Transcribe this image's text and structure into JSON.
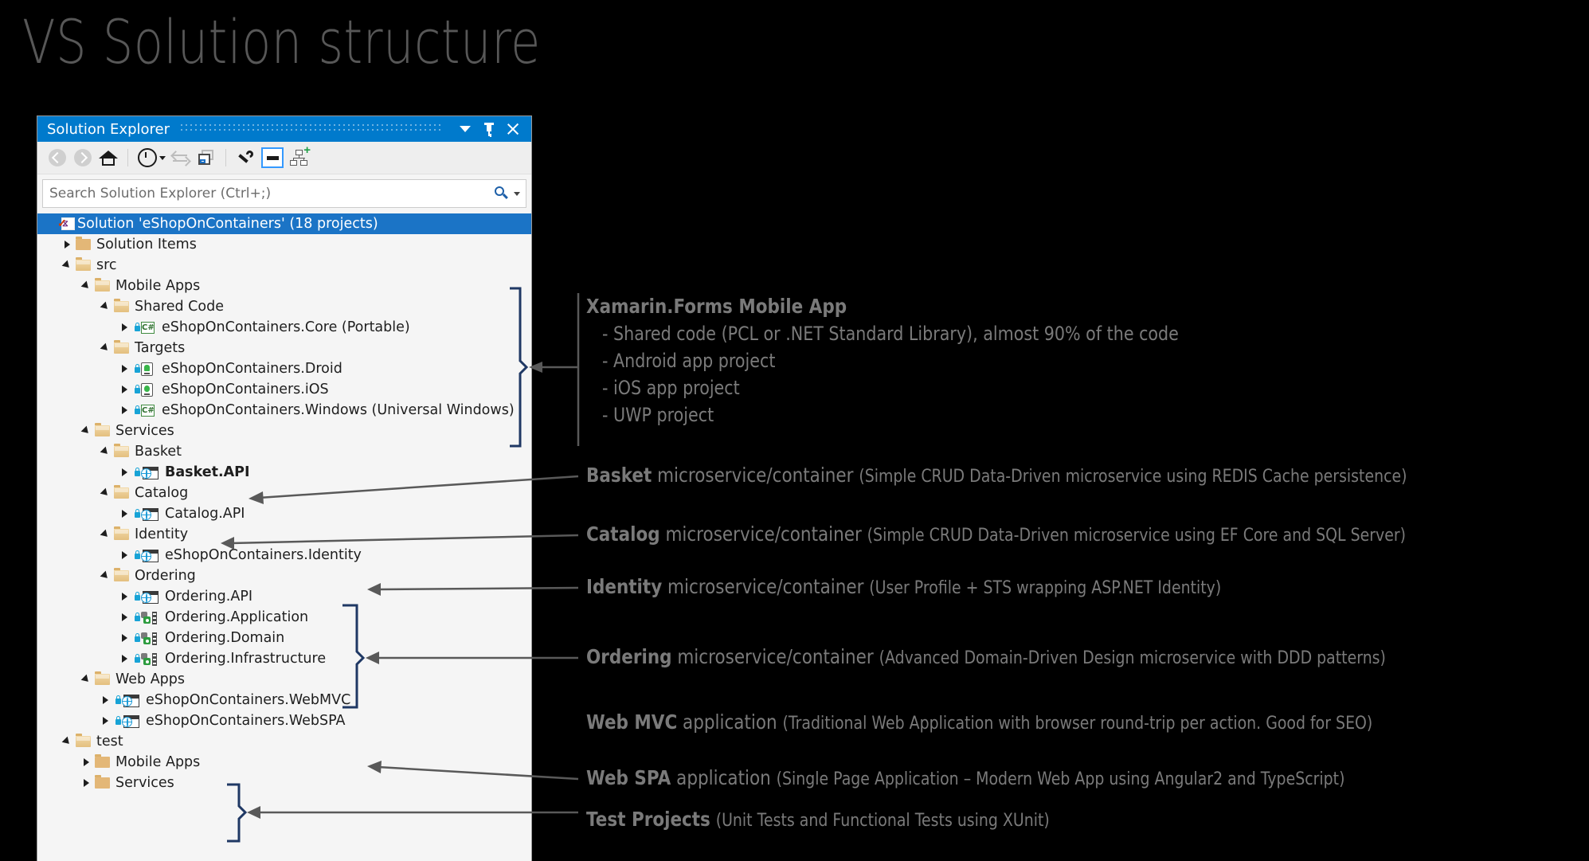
{
  "slide": {
    "title": "VS Solution structure"
  },
  "window": {
    "title": "Solution Explorer",
    "buttons": {
      "dropdown": "▼",
      "pin": "pin",
      "close": "✕"
    },
    "toolbar": {
      "back": "back-arrow",
      "forward": "forward-arrow",
      "home": "home",
      "pending_changes": "pending-changes",
      "sync": "sync-with-active-document",
      "cascade": "show-all-files",
      "properties": "properties",
      "preview": "preview-selected-items",
      "hierarchy": "view-class-diagram"
    },
    "search": {
      "placeholder": "Search Solution Explorer (Ctrl+;)"
    }
  },
  "tree": [
    {
      "label": "Solution 'eShopOnContainers' (18 projects)",
      "depth": 0,
      "icon": "solution",
      "expander": "none",
      "selected": true,
      "bold": false
    },
    {
      "label": "Solution Items",
      "depth": 1,
      "icon": "folder-closed",
      "expander": "closed",
      "selected": false,
      "bold": false
    },
    {
      "label": "src",
      "depth": 1,
      "icon": "folder-open",
      "expander": "open",
      "selected": false,
      "bold": false
    },
    {
      "label": "Mobile Apps",
      "depth": 2,
      "icon": "folder-open",
      "expander": "open",
      "selected": false,
      "bold": false
    },
    {
      "label": "Shared Code",
      "depth": 3,
      "icon": "folder-open",
      "expander": "open",
      "selected": false,
      "bold": false
    },
    {
      "label": "eShopOnContainers.Core (Portable)",
      "depth": 4,
      "icon": "csharp-project",
      "expander": "closed",
      "selected": false,
      "bold": false
    },
    {
      "label": "Targets",
      "depth": 3,
      "icon": "folder-open",
      "expander": "open",
      "selected": false,
      "bold": false
    },
    {
      "label": "eShopOnContainers.Droid",
      "depth": 4,
      "icon": "android-project",
      "expander": "closed",
      "selected": false,
      "bold": false
    },
    {
      "label": "eShopOnContainers.iOS",
      "depth": 4,
      "icon": "ios-project",
      "expander": "closed",
      "selected": false,
      "bold": false
    },
    {
      "label": "eShopOnContainers.Windows (Universal Windows)",
      "depth": 4,
      "icon": "csharp-project",
      "expander": "closed",
      "selected": false,
      "bold": false
    },
    {
      "label": "Services",
      "depth": 2,
      "icon": "folder-open",
      "expander": "open",
      "selected": false,
      "bold": false
    },
    {
      "label": "Basket",
      "depth": 3,
      "icon": "folder-open",
      "expander": "open",
      "selected": false,
      "bold": false
    },
    {
      "label": "Basket.API",
      "depth": 4,
      "icon": "web-project",
      "expander": "closed",
      "selected": false,
      "bold": true
    },
    {
      "label": "Catalog",
      "depth": 3,
      "icon": "folder-open",
      "expander": "open",
      "selected": false,
      "bold": false
    },
    {
      "label": "Catalog.API",
      "depth": 4,
      "icon": "web-project",
      "expander": "closed",
      "selected": false,
      "bold": false
    },
    {
      "label": "Identity",
      "depth": 3,
      "icon": "folder-open",
      "expander": "open",
      "selected": false,
      "bold": false
    },
    {
      "label": "eShopOnContainers.Identity",
      "depth": 4,
      "icon": "web-project",
      "expander": "closed",
      "selected": false,
      "bold": false
    },
    {
      "label": "Ordering",
      "depth": 3,
      "icon": "folder-open",
      "expander": "open",
      "selected": false,
      "bold": false
    },
    {
      "label": "Ordering.API",
      "depth": 4,
      "icon": "web-project",
      "expander": "closed",
      "selected": false,
      "bold": false
    },
    {
      "label": "Ordering.Application",
      "depth": 4,
      "icon": "class-library",
      "expander": "closed",
      "selected": false,
      "bold": false
    },
    {
      "label": "Ordering.Domain",
      "depth": 4,
      "icon": "class-library",
      "expander": "closed",
      "selected": false,
      "bold": false
    },
    {
      "label": "Ordering.Infrastructure",
      "depth": 4,
      "icon": "class-library",
      "expander": "closed",
      "selected": false,
      "bold": false
    },
    {
      "label": "Web Apps",
      "depth": 2,
      "icon": "folder-open",
      "expander": "open",
      "selected": false,
      "bold": false
    },
    {
      "label": "eShopOnContainers.WebMVC",
      "depth": 3,
      "icon": "web-project",
      "expander": "closed",
      "selected": false,
      "bold": false
    },
    {
      "label": "eShopOnContainers.WebSPA",
      "depth": 3,
      "icon": "web-project",
      "expander": "closed",
      "selected": false,
      "bold": false
    },
    {
      "label": "test",
      "depth": 1,
      "icon": "folder-open",
      "expander": "open",
      "selected": false,
      "bold": false
    },
    {
      "label": "Mobile Apps",
      "depth": 2,
      "icon": "folder-closed",
      "expander": "closed",
      "selected": false,
      "bold": false
    },
    {
      "label": "Services",
      "depth": 2,
      "icon": "folder-closed",
      "expander": "closed",
      "selected": false,
      "bold": false
    }
  ],
  "annotations": {
    "xamarin": {
      "heading": "Xamarin.Forms Mobile App",
      "lines": [
        "- Shared code (PCL or .NET Standard Library), almost 90% of the code",
        "- Android app project",
        "- iOS app project",
        "- UWP project"
      ]
    },
    "items": [
      {
        "bold": "Basket",
        "mid": " microservice/container ",
        "small": "(Simple CRUD Data-Driven microservice using REDIS Cache persistence)"
      },
      {
        "bold": "Catalog",
        "mid": " microservice/container ",
        "small": "(Simple CRUD Data-Driven microservice using EF Core and SQL Server)"
      },
      {
        "bold": "Identity",
        "mid": " microservice/container ",
        "small": "(User Profile + STS wrapping ASP.NET Identity)"
      },
      {
        "bold": "Ordering",
        "mid": " microservice/container ",
        "small": "(Advanced Domain-Driven Design microservice with DDD patterns)"
      },
      {
        "bold": "Web MVC",
        "mid": " application ",
        "small": "(Traditional Web Application with browser round-trip per action. Good for SEO)"
      },
      {
        "bold": "Web SPA",
        "mid": " application ",
        "small": "(Single Page Application – Modern Web App using Angular2 and TypeScript)"
      },
      {
        "bold": "Test Projects",
        "mid": " ",
        "small": "(Unit Tests and Functional Tests using XUnit)"
      }
    ]
  },
  "colors": {
    "background": "#000000",
    "accent_blue": "#007acc",
    "selection_blue": "#1b74c6",
    "annotation_gray": "#7a7a7a",
    "brace_navy": "#1f3864",
    "arrow_gray": "#595959"
  }
}
